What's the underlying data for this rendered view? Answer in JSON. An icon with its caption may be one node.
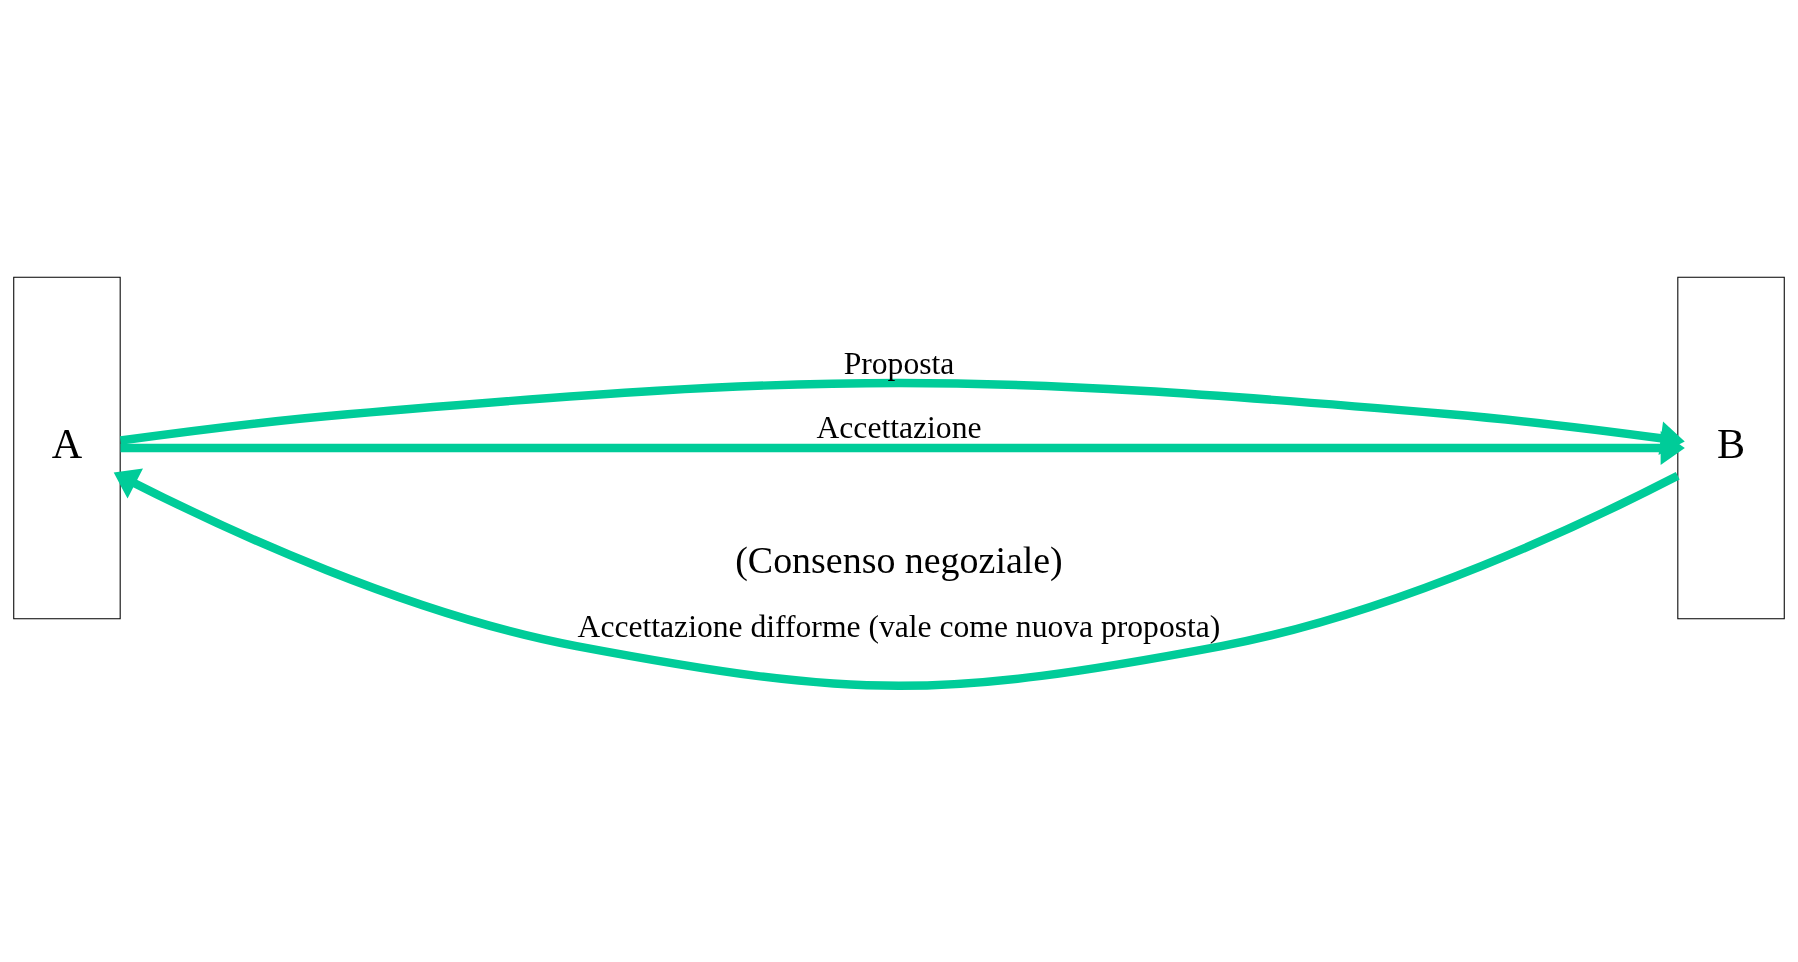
{
  "diagram": {
    "nodes": [
      {
        "text": [
          "A"
        ]
      },
      {
        "text": [
          "B"
        ]
      }
    ],
    "edges": [
      {
        "from": 0,
        "to": 1,
        "arrow": "to",
        "label": "Proposta"
      },
      {
        "from": 1,
        "to": 0,
        "arrow": "to",
        "label": "Accettazione difforme (vale come nuova proposta)"
      },
      {
        "from": 0,
        "to": 1,
        "arrow": "to",
        "label": "Accettazione"
      }
    ],
    "labels": [
      "(Consenso negoziale)"
    ]
  }
}
